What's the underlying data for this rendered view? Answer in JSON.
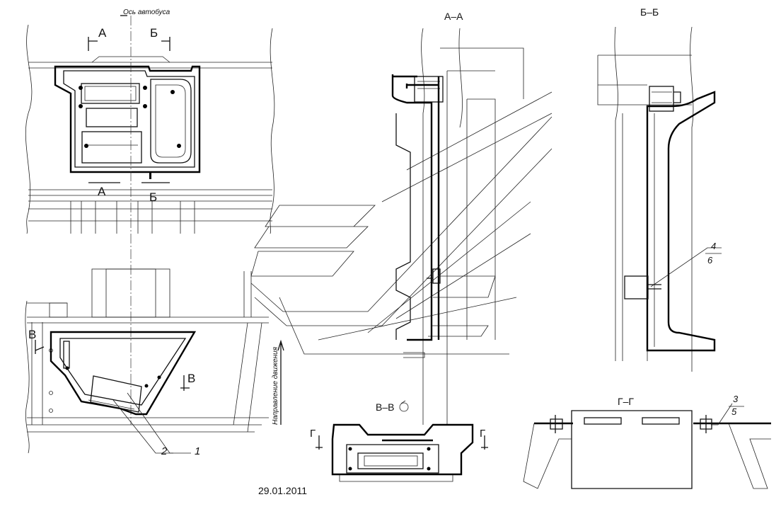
{
  "axis_label": "Ось автобуса",
  "direction_label": "Направление движения",
  "date": "29.01.2011",
  "sections": {
    "aa": "А–А",
    "bb": "Б–Б",
    "vv": "В–В",
    "gg": "Г–Г"
  },
  "section_marks": {
    "a": "А",
    "b": "Б",
    "v": "В",
    "g": "Г"
  },
  "callouts": {
    "c1": "1",
    "c2": "2",
    "c3": "3",
    "c4": "4",
    "c5": "5",
    "c6": "6"
  }
}
